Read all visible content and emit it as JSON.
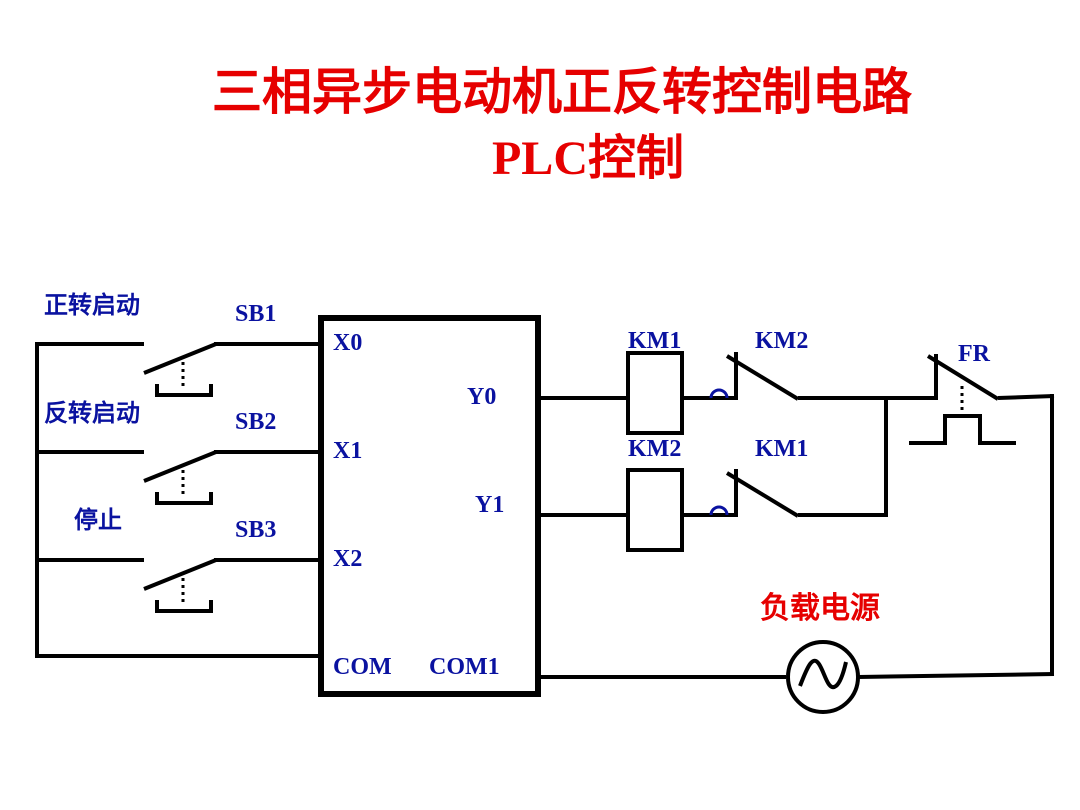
{
  "title": {
    "line1": "三相异步电动机正反转控制电路",
    "line2": "PLC控制"
  },
  "colors": {
    "title": "#e60000",
    "label": "#0a12a0",
    "wire": "#000000",
    "background": "#ffffff",
    "nc_marker": "#0a12a0"
  },
  "inputs": [
    {
      "function_label": "正转启动",
      "switch_label": "SB1",
      "terminal": "X0"
    },
    {
      "function_label": "反转启动",
      "switch_label": "SB2",
      "terminal": "X1"
    },
    {
      "function_label": "停止",
      "switch_label": "SB3",
      "terminal": "X2"
    }
  ],
  "plc": {
    "common_input": "COM",
    "common_output": "COM1",
    "outputs": [
      "Y0",
      "Y1"
    ]
  },
  "output_branches": [
    {
      "coil_label": "KM1",
      "interlock_label": "KM2"
    },
    {
      "coil_label": "KM2",
      "interlock_label": "KM1"
    }
  ],
  "overload_relay": {
    "label": "FR"
  },
  "power_source": {
    "label": "负载电源",
    "icon": "ac-source-icon"
  }
}
